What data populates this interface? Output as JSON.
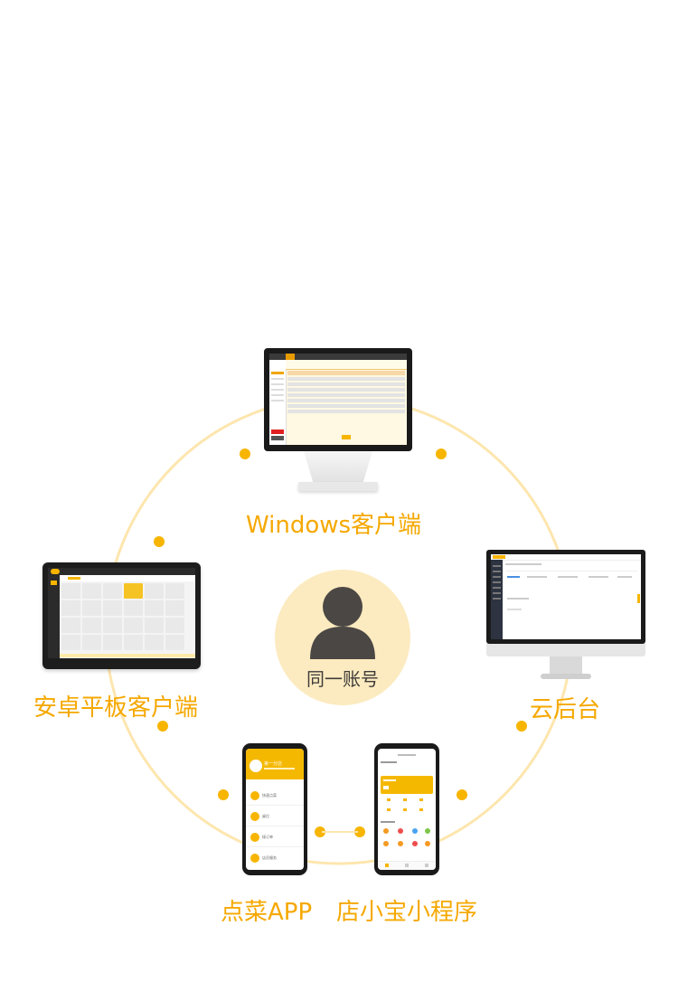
{
  "center": {
    "label": "同一账号",
    "bg_color": "#fcebc0",
    "icon": "user-icon"
  },
  "devices": {
    "windows": {
      "label": "Windows客户端"
    },
    "android_tablet": {
      "label": "安卓平板客户端"
    },
    "cloud": {
      "label": "云后台"
    },
    "app": {
      "label": "点菜APP",
      "title": "第一分店",
      "menu": [
        "快速点菜",
        "桌位",
        "接订单",
        "店员服务"
      ]
    },
    "mini_program": {
      "label": "店小宝小程序"
    }
  },
  "colors": {
    "accent": "#f7b500",
    "ring": "#fde7b0",
    "text": "#f5a800"
  }
}
